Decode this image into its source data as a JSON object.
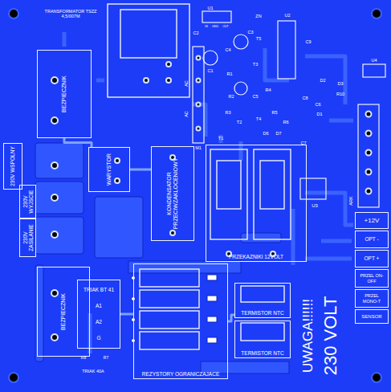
{
  "diagram": {
    "nodes": [
      {
        "text": [
          "BEZPIECZNIK"
        ]
      },
      {
        "text": [
          "230V WSPOLNY"
        ]
      },
      {
        "text": [
          "230V WYJSCIE"
        ]
      },
      {
        "text": [
          "230V ZASILANIE"
        ]
      },
      {
        "text": [
          "WARYSTOR"
        ]
      },
      {
        "text": [
          "KONDENSATOR PRZECIWZAKLOCENIOWY"
        ]
      },
      {
        "text": [
          "PRZEKAZNIKI 12VOLT"
        ]
      },
      {
        "text": [
          "BEZPIECZNIK"
        ]
      },
      {
        "text": [
          "TRIAK BT 41",
          "A1",
          "A2",
          "G"
        ]
      },
      {
        "text": [
          "REZYSTORY OGRANICZAJACE"
        ]
      },
      {
        "text": [
          "TERMISTOR NTC"
        ]
      },
      {
        "text": [
          "TERMISTOR NTC"
        ]
      },
      {
        "text": [
          "+12V"
        ]
      },
      {
        "text": [
          "OPT -"
        ]
      },
      {
        "text": [
          "OPT +"
        ]
      },
      {
        "text": [
          "PRZEL ON-OFF"
        ]
      },
      {
        "text": [
          "PRZEL MONO-T"
        ]
      },
      {
        "text": [
          "SENSOR"
        ]
      }
    ],
    "edges": [
      {
        "from": 0,
        "to": 4,
        "arrow": "none"
      },
      {
        "from": 4,
        "to": 5,
        "arrow": "none"
      },
      {
        "from": 8,
        "to": 9,
        "arrow": "none"
      },
      {
        "from": 9,
        "to": 10,
        "arrow": "none"
      }
    ],
    "labels": [
      "TRANSFORMATOR TSZZ 4,5/007M",
      "U1",
      "IN",
      "GND",
      "OUT",
      "ZN",
      "U2",
      "C2",
      "C3",
      "T5",
      "C4",
      "C9",
      "C1",
      "T3",
      "R1",
      "R2",
      "C5",
      "T2",
      "R3",
      "T4",
      "T1",
      "R4",
      "R5",
      "R6",
      "D6",
      "D7",
      "C8",
      "D2",
      "D3",
      "R10",
      "U4",
      "D1",
      "C6",
      "C7",
      "U3",
      "ARK",
      "M1",
      "AC",
      "AC",
      "TRIAK 40A",
      "R8",
      "R7",
      "UWAGA!!!!!!",
      "230 VOLT"
    ]
  }
}
